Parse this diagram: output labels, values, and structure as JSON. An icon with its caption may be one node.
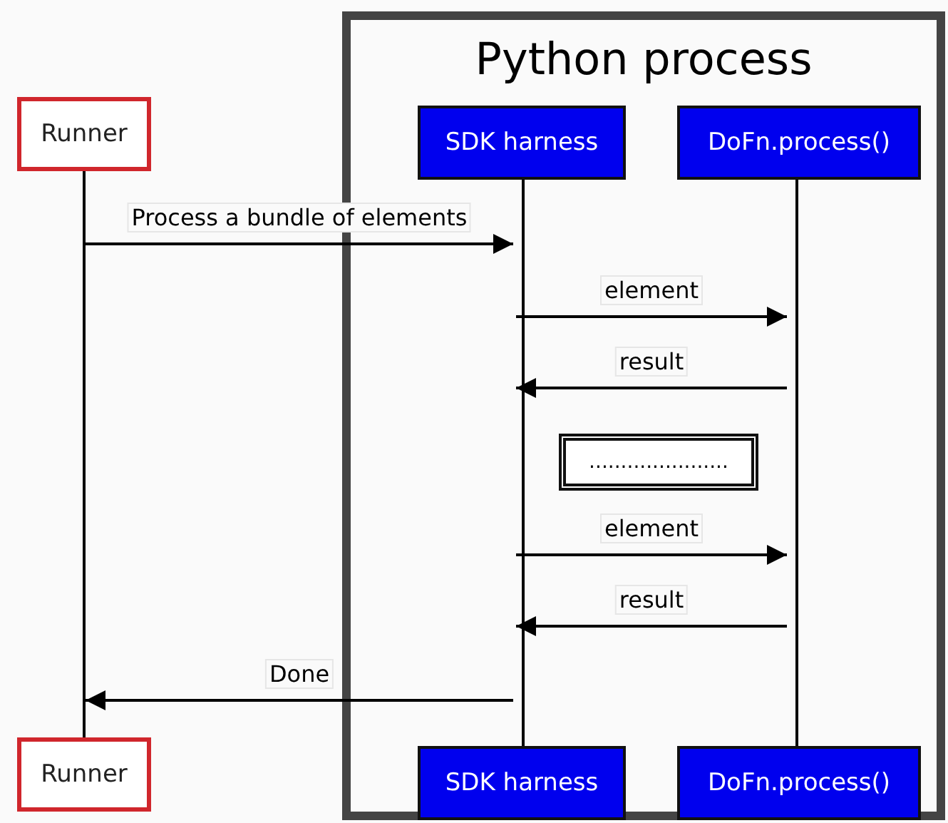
{
  "diagram": {
    "nodes": [
      {
        "text": [
          "Python process"
        ]
      },
      {
        "text": [
          "Runner"
        ]
      },
      {
        "text": [
          "SDK harness"
        ],
        "in": 0
      },
      {
        "text": [
          "DoFn.process()"
        ],
        "in": 0
      },
      {
        "text": [],
        "shape": "bar"
      },
      {
        "text": [],
        "shape": "bar",
        "in": 0
      },
      {
        "text": [],
        "shape": "bar",
        "in": 0
      },
      {
        "text": [
          "......................"
        ],
        "in": 0
      },
      {
        "text": [
          "Runner"
        ]
      },
      {
        "text": [
          "SDK harness"
        ],
        "in": 0
      },
      {
        "text": [
          "DoFn.process()"
        ],
        "in": 0
      }
    ],
    "edges": [
      {
        "from": 4,
        "to": 5,
        "arrow": "to",
        "label": "Process a bundle of elements"
      },
      {
        "from": 5,
        "to": 6,
        "arrow": "to",
        "label": "element"
      },
      {
        "from": 6,
        "to": 5,
        "arrow": "to",
        "label": "result"
      },
      {
        "from": 5,
        "to": 6,
        "arrow": "to",
        "label": "element"
      },
      {
        "from": 6,
        "to": 5,
        "arrow": "to",
        "label": "result"
      },
      {
        "from": 5,
        "to": 4,
        "arrow": "to",
        "label": "Done"
      }
    ]
  }
}
